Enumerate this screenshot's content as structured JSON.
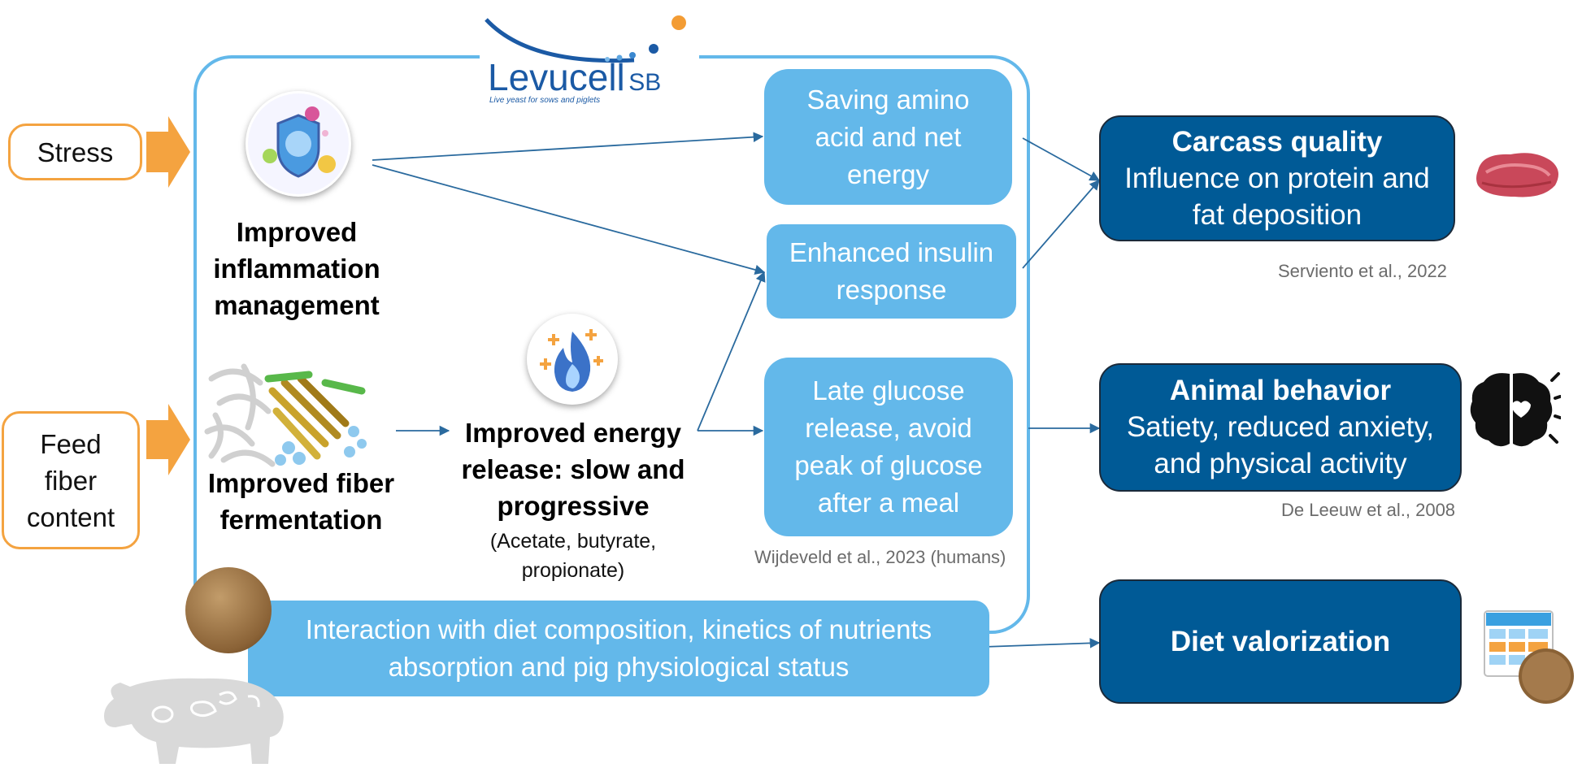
{
  "logo": {
    "brand": "Levucell",
    "brand_suffix": "SB",
    "tagline": "Live yeast for sows and piglets"
  },
  "inputs": {
    "stress": "Stress",
    "feed_fiber": "Feed fiber content"
  },
  "mechanisms": {
    "inflammation": "Improved inflammation management",
    "fiber": "Improved fiber fermentation",
    "energy_title": "Improved energy release: slow and progressive",
    "energy_note": "(Acetate, butyrate, propionate)"
  },
  "effects": {
    "amino": "Saving amino acid and net energy",
    "insulin": "Enhanced insulin response",
    "glucose": "Late glucose release, avoid peak of glucose after a meal",
    "glucose_cite": "Wijdeveld et al., 2023 (humans)",
    "interaction": "Interaction with diet composition, kinetics of nutrients absorption and pig physiological status"
  },
  "outcomes": {
    "carcass_title": "Carcass quality",
    "carcass_text": "Influence on protein and fat deposition",
    "carcass_cite": "Serviento et al., 2022",
    "behavior_title": "Animal behavior",
    "behavior_text": "Satiety, reduced anxiety, and physical activity",
    "behavior_cite": "De Leeuw et al., 2008",
    "diet_title": "Diet valorization"
  },
  "icons": [
    "shield-immune-icon",
    "fiber-fermentation-icon",
    "energy-flame-icon",
    "meat-icon",
    "brain-heart-icon",
    "calendar-feed-icon",
    "feed-pellets-icon",
    "pig-silhouette-icon"
  ],
  "colors": {
    "light_blue": "#63b8ea",
    "dark_blue": "#005a96",
    "orange": "#f4a340",
    "frame": "#63b8ea",
    "arrow": "#2a6a9e"
  }
}
